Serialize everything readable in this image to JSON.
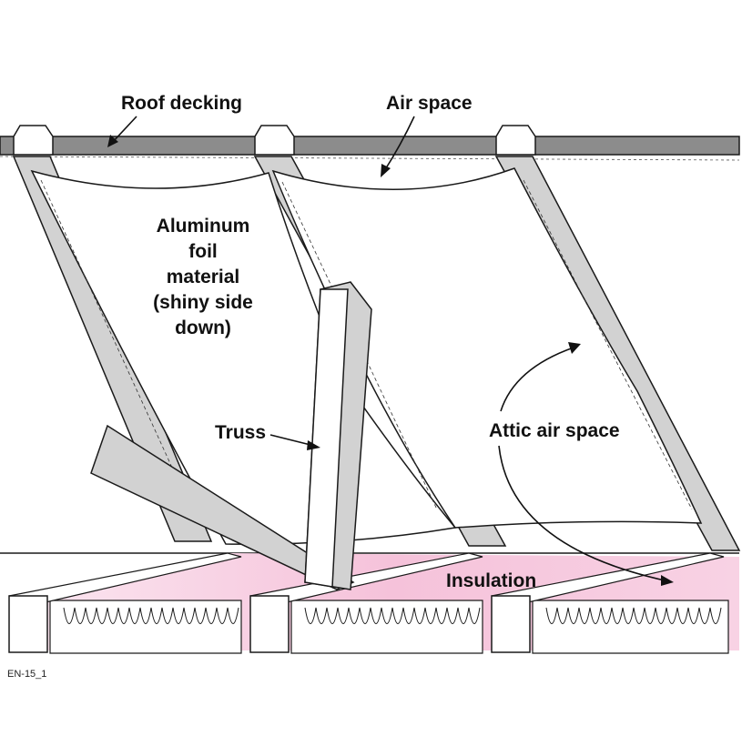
{
  "labels": {
    "roof_decking": "Roof decking",
    "air_space": "Air space",
    "foil_line1": "Aluminum",
    "foil_line2": "foil",
    "foil_line3": "material",
    "foil_line4": "(shiny side",
    "foil_line5": "down)",
    "truss": "Truss",
    "attic_air_space": "Attic air space",
    "insulation": "Insulation"
  },
  "figure_code": "EN-15_1",
  "colors": {
    "roof_decking": "#8c8c8c",
    "rafter_side": "#d2d2d2",
    "rafter_face": "#ffffff",
    "insulation_pink": "#f6c9df",
    "insulation_light": "#fbe6f0",
    "outline": "#1a1a1a"
  }
}
